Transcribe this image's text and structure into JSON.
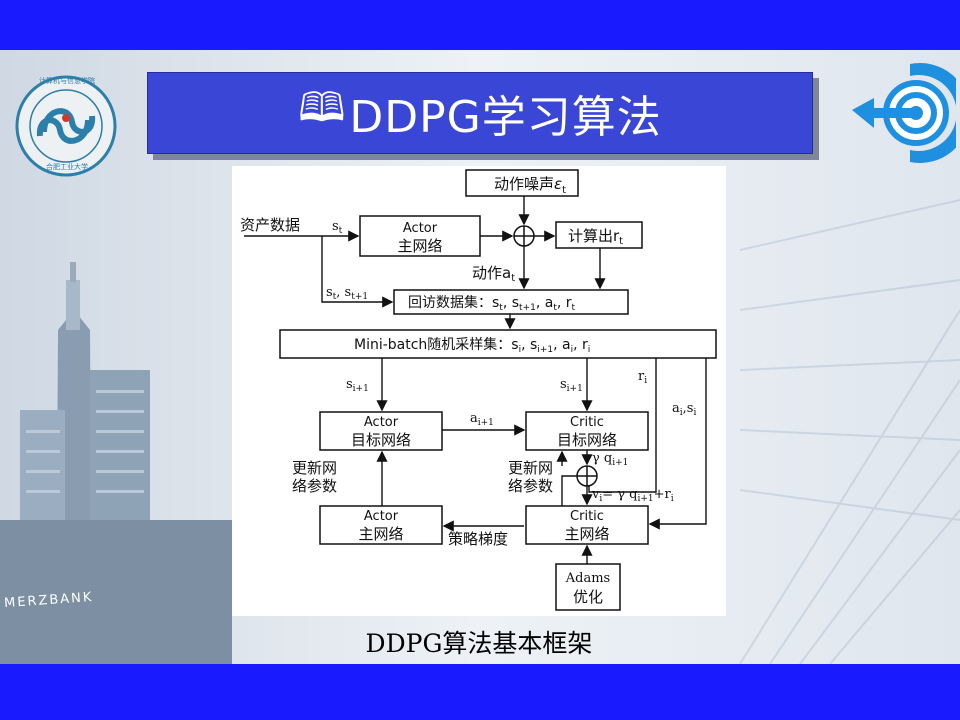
{
  "slide": {
    "title": "DDPG学习算法",
    "title_icon": "book-icon",
    "caption": "DDPG算法基本框架",
    "logo_text": "计算机与信息学院",
    "logo_subtext": "合肥工业大学",
    "building_sign": "MERZBANK"
  },
  "colors": {
    "band": "#1a1aff",
    "title_bg": "#3a46d6",
    "accent_target": "#1f8fe0"
  },
  "diagram": {
    "noise": "动作噪声",
    "noise_symbol": "ε",
    "noise_sub": "t",
    "asset_data": "资产数据",
    "s_t": "s",
    "s_t_sub": "t",
    "actor_main_top": {
      "line1": "Actor",
      "line2": "主网络"
    },
    "compute_r": "计算出r",
    "compute_r_sub": "t",
    "action_a": "动作a",
    "action_a_sub": "t",
    "st_st1_a": "s",
    "st_st1_sub1": "t",
    "st_st1_sep": ", s",
    "st_st1_sub2": "t+1",
    "replay": "回访数据集：s",
    "replay_sub1": "t",
    "replay_mid1": ", s",
    "replay_sub2": "t+1",
    "replay_mid2": ", a",
    "replay_sub3": "t",
    "replay_mid3": ", r",
    "replay_sub4": "t",
    "minibatch": "Mini-batch随机采样集：s",
    "mb_sub1": "i",
    "mb_mid1": ", s",
    "mb_sub2": "i+1",
    "mb_mid2": ", a",
    "mb_sub3": "i",
    "mb_mid3": ", r",
    "mb_sub4": "i",
    "si1_left": "s",
    "si1_left_sub": "i+1",
    "si1_mid": "s",
    "si1_mid_sub": "i+1",
    "ri": "r",
    "ri_sub": "i",
    "ai_si": "a",
    "ai_si_sub": "i",
    "ai_si_tail": ",s",
    "ai_si_sub2": "i",
    "actor_target": {
      "line1": "Actor",
      "line2": "目标网络"
    },
    "ai1": "a",
    "ai1_sub": "i+1",
    "critic_target": {
      "line1": "Critic",
      "line2": "目标网络"
    },
    "gamma_q": "γ q",
    "gamma_q_sub": "i+1",
    "update_left": {
      "line1": "更新网",
      "line2": "络参数"
    },
    "update_mid": {
      "line1": "更新网",
      "line2": "络参数"
    },
    "vi_eq": "v",
    "vi_sub": "i",
    "vi_eq_mid": "= γ q",
    "vi_eq_sub2": "i+1",
    "vi_eq_tail": "+r",
    "vi_eq_sub3": "i",
    "actor_main_bottom": {
      "line1": "Actor",
      "line2": "主网络"
    },
    "policy_grad": "策略梯度",
    "critic_main": {
      "line1": "Critic",
      "line2": "主网络"
    },
    "adams": {
      "line1": "Adams",
      "line2": "优化"
    }
  }
}
